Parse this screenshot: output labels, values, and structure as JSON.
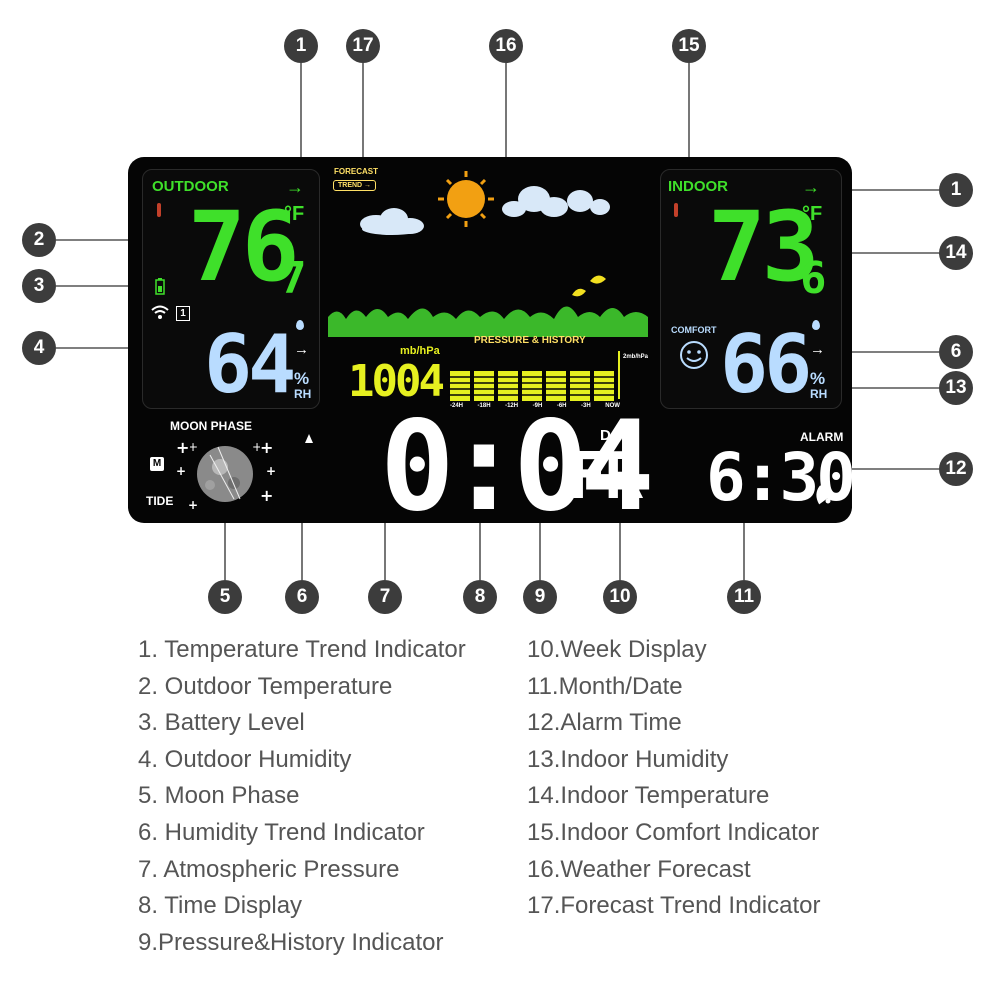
{
  "callouts": [
    "1",
    "17",
    "16",
    "15",
    "1",
    "2",
    "14",
    "3",
    "4",
    "6",
    "13",
    "12",
    "5",
    "6",
    "7",
    "8",
    "9",
    "10",
    "11"
  ],
  "display": {
    "outdoor": {
      "title": "OUTDOOR",
      "temp_main": "76",
      "temp_decimal": "7",
      "temp_unit": "°F",
      "humidity": "64",
      "percent": "%",
      "rh": "RH",
      "trend_arrow": "→",
      "channel": "1"
    },
    "forecast": {
      "title": "FORECAST",
      "trend_label": "TREND →"
    },
    "indoor": {
      "title": "INDOOR",
      "temp_main": "73",
      "temp_decimal": "6",
      "temp_unit": "°F",
      "comfort": "COMFORT",
      "humidity": "66",
      "percent": "%",
      "rh": "RH",
      "trend_arrow": "→"
    },
    "pressure": {
      "unit": "mb/hPa",
      "value": "1004",
      "title": "PRESSURE & HISTORY",
      "history_labels": [
        "-24H",
        "-18H",
        "-12H",
        "-9H",
        "-6H",
        "-3H",
        "NOW"
      ],
      "scale_label": "2mb/hPa"
    },
    "moon": {
      "title": "MOON PHASE",
      "tide": "TIDE",
      "m_badge": "M"
    },
    "clock": {
      "time": "0:04",
      "day_label": "DAY",
      "weekday": "FR"
    },
    "alarm": {
      "title": "ALARM",
      "time": "6:30"
    }
  },
  "legend": {
    "left": [
      "1. Temperature Trend Indicator",
      "2. Outdoor Temperature",
      "3. Battery Level",
      "4. Outdoor Humidity",
      "5. Moon Phase",
      "6. Humidity Trend Indicator",
      "7. Atmospheric Pressure",
      "8. Time Display",
      "9.Pressure&History Indicator"
    ],
    "right": [
      "10.Week Display",
      "11.Month/Date",
      "12.Alarm Time",
      "13.Indoor Humidity",
      "14.Indoor Temperature",
      "15.Indoor Comfort Indicator",
      "16.Weather Forecast",
      "17.Forecast Trend Indicator"
    ]
  },
  "colors": {
    "outdoor_green": "#3fe02a",
    "humidity_blue": "#b9dcff",
    "pressure_yellow": "#e6f020",
    "lcd_white": "#ffffff"
  }
}
